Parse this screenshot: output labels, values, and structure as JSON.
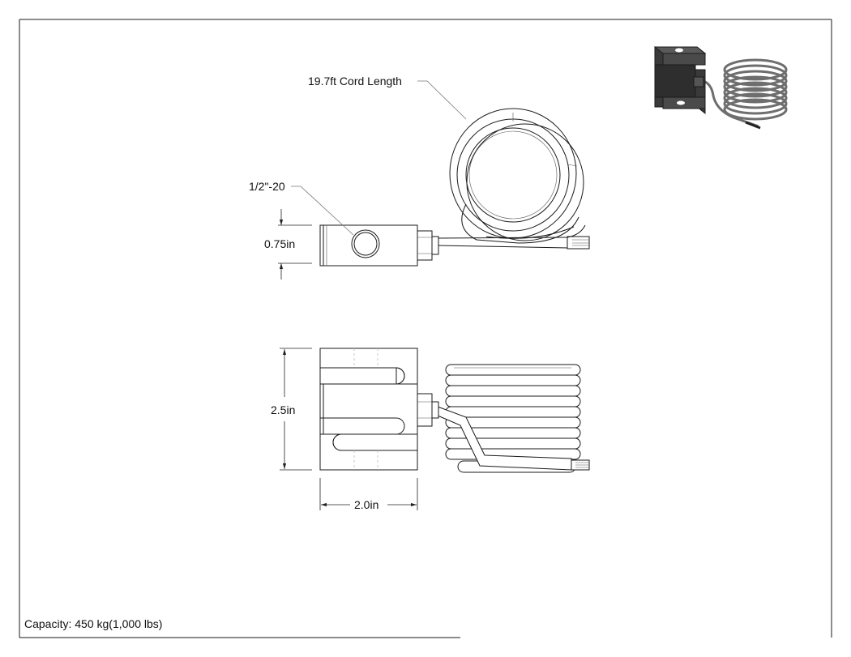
{
  "labels": {
    "cord_length": "19.7ft Cord Length",
    "thread": "1/2\"-20",
    "thickness": "0.75in",
    "height": "2.5in",
    "width": "2.0in",
    "capacity": "Capacity: 450 kg(1,000 lbs)"
  },
  "colors": {
    "line": "#1a1a1a",
    "leader": "#777777",
    "iso_body": "#3a3a3a",
    "iso_cable": "#6e6e6e"
  }
}
